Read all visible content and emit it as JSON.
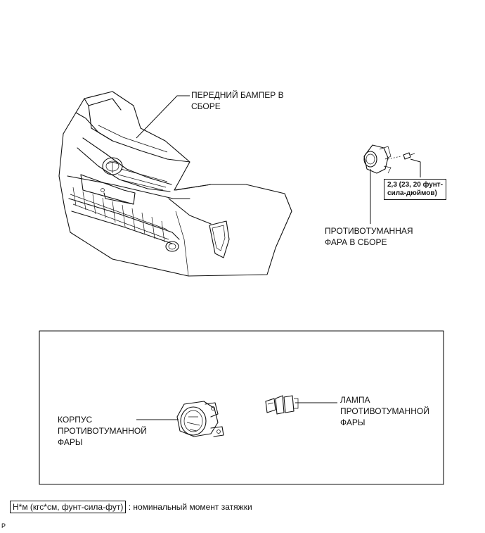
{
  "labels": {
    "front_bumper": "ПЕРЕДНИЙ БАМПЕР В\nСБОРЕ",
    "fog_lamp_assy": "ПРОТИВОТУМАННАЯ\nФАРА В СБОРЕ",
    "torque_value": "2,3 (23, 20 фунт-\nсила-дюймов)",
    "fog_housing": "КОРПУС\nПРОТИВОТУМАННОЙ\nФАРЫ",
    "fog_bulb": "ЛАМПА\nПРОТИВОТУМАННОЙ\nФАРЫ"
  },
  "legend": {
    "units": "Н*м (кгс*см, фунт-сила-фут)",
    "description": ": номинальный момент затяжки"
  },
  "corner_mark": "P"
}
